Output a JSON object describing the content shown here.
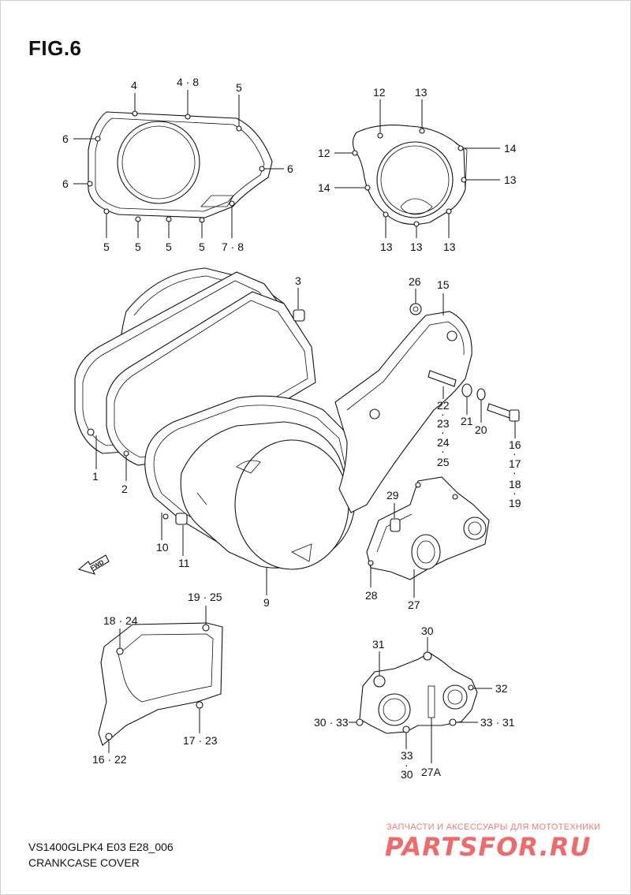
{
  "figure": {
    "title": "FIG.6"
  },
  "labels": {
    "l4a": "4",
    "l48": "4 · 8",
    "l5a": "5",
    "l6a": "6",
    "l6b": "6",
    "l6c": "6",
    "l5b": "5",
    "l5c": "5",
    "l5d": "5",
    "l5e": "5",
    "l78": "7 · 8",
    "l12a": "12",
    "l13a": "13",
    "l12b": "12",
    "l14a": "14",
    "l14b": "14",
    "l13b": "13",
    "l13c": "13",
    "l13d": "13",
    "l13e": "13",
    "l3": "3",
    "l26": "26",
    "l15": "15",
    "l22": "22",
    "l23": "23",
    "l24": "24",
    "l25": "25",
    "l21": "21",
    "l20": "20",
    "l16": "16",
    "l17": "17",
    "l18": "18",
    "l19": "19",
    "l1": "1",
    "l2": "2",
    "l10": "10",
    "l11": "11",
    "l9": "9",
    "l29": "29",
    "l28": "28",
    "l27": "27",
    "l1925": "19 · 25",
    "l1824": "18 · 24",
    "l1723": "17 · 23",
    "l1622": "16 · 22",
    "l30a": "30",
    "l31a": "31",
    "l32": "32",
    "l3033": "30 · 33",
    "l3331": "33 · 31",
    "l33b": "33",
    "l30b": "30",
    "l27a": "27A",
    "fwd": "FWD",
    "dot": "·"
  },
  "footer": {
    "model_code": "VS1400GLPK4 E03 E28_006",
    "diagram_name": "CRANKCASE COVER"
  },
  "watermark": {
    "tagline": "ЗАПЧАСТИ И АКСЕССУАРЫ ДЛЯ МОТОТЕХНИКИ",
    "logo": "PARTSFOR.RU"
  }
}
